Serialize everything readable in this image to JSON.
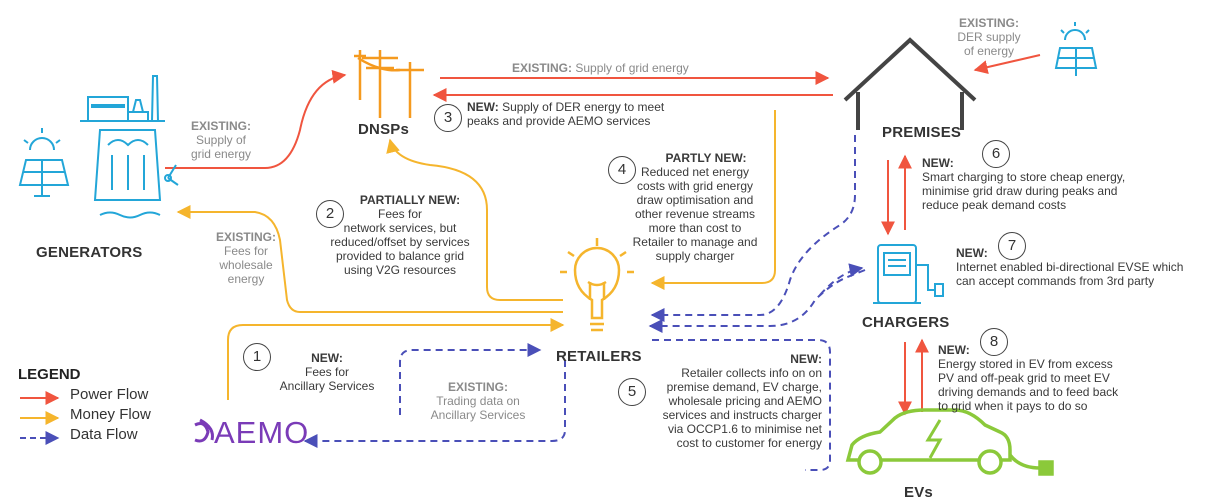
{
  "colors": {
    "power": "#f0553f",
    "money": "#f5b52d",
    "data": "#4a4fb8",
    "icon": "#23a6d8",
    "ev": "#8bc93a",
    "aemo": "#7a3bb7"
  },
  "nodes": {
    "generators": "GENERATORS",
    "dnsps": "DNSPs",
    "premises": "PREMISES",
    "retailers": "RETAILERS",
    "chargers": "CHARGERS",
    "evs": "EVs",
    "aemo": "AEMO"
  },
  "icons": [
    "power-plant-icon",
    "solar-panel-icon",
    "hydro-dam-icon",
    "power-pole-icon",
    "house-icon",
    "light-bulb-icon",
    "ev-charger-icon",
    "electric-car-icon",
    "aemo-logo-icon"
  ],
  "flows": {
    "gen_to_dnsp": [
      "EXISTING:",
      "Supply of",
      "grid energy"
    ],
    "dnsp_to_premises": {
      "bold": "EXISTING:",
      "text": " Supply of grid energy"
    },
    "premises_to_dnsp": {
      "bold": "NEW:",
      "line1": " Supply of DER energy to meet",
      "line2": "peaks and provide AEMO services",
      "num": "3"
    },
    "der_supply": [
      "EXISTING:",
      "DER supply",
      "of energy"
    ],
    "retailer_to_dnsp": {
      "title": "PARTIALLY NEW:",
      "lines": [
        "Fees for",
        "network services, but",
        "reduced/offset by services",
        "provided to balance grid",
        "using V2G resources"
      ],
      "num": "2"
    },
    "retailer_to_gen": [
      "EXISTING:",
      "Fees for",
      "wholesale",
      "energy"
    ],
    "premises_to_retailer": {
      "title": "PARTLY NEW:",
      "lines": [
        "Reduced net energy",
        "costs with grid energy",
        "draw optimisation and",
        "other revenue streams",
        "more than cost to",
        "Retailer to manage and",
        "supply charger"
      ],
      "num": "4"
    },
    "smart_charging": {
      "title": "NEW:",
      "lines": [
        "Smart charging to store cheap energy,",
        "minimise grid draw during peaks and",
        "reduce peak demand costs"
      ],
      "num": "6"
    },
    "evse": {
      "title": "NEW:",
      "lines": [
        "Internet enabled bi-directional EVSE which",
        "can accept commands from 3rd party"
      ],
      "num": "7"
    },
    "ev_storage": {
      "title": "NEW:",
      "lines": [
        "Energy stored in EV from excess",
        "PV and off-peak grid to meet EV",
        "driving demands and to feed back",
        "to grid when it pays to do so"
      ],
      "num": "8"
    },
    "ancillary": {
      "title": "NEW:",
      "lines": [
        "Fees for",
        "Ancillary Services"
      ],
      "num": "1"
    },
    "trading": [
      "EXISTING:",
      "Trading data on",
      "Ancillary Services"
    ],
    "retailer_info": {
      "title": "NEW:",
      "lines": [
        "Retailer collects info on on",
        "premise demand, EV charge,",
        "wholesale pricing and AEMO",
        "services and instructs charger",
        "via OCCP1.6 to minimise net",
        "cost to customer for energy"
      ],
      "num": "5"
    }
  },
  "legend": {
    "title": "LEGEND",
    "items": [
      "Power Flow",
      "Money Flow",
      "Data Flow"
    ]
  }
}
